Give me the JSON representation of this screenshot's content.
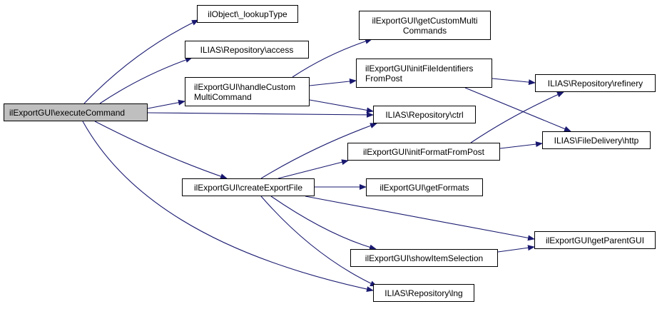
{
  "nodes": {
    "executeCommand": "ilExportGUI\\executeCommand",
    "lookupType": "ilObject\\_lookupType",
    "access": "ILIAS\\Repository\\access",
    "handleCustom": "ilExportGUI\\handleCustom\nMultiCommand",
    "createExportFile": "ilExportGUI\\createExportFile",
    "lng": "ILIAS\\Repository\\lng",
    "ctrl": "ILIAS\\Repository\\ctrl",
    "getCustomMulti": "ilExportGUI\\getCustomMulti\nCommands",
    "initFileIdentifiers": "ilExportGUI\\initFileIdentifiers\nFromPost",
    "refinery": "ILIAS\\Repository\\refinery",
    "http": "ILIAS\\FileDelivery\\http",
    "initFormatFromPost": "ilExportGUI\\initFormatFromPost",
    "getFormats": "ilExportGUI\\getFormats",
    "getParentGUI": "ilExportGUI\\getParentGUI",
    "showItemSelection": "ilExportGUI\\showItemSelection"
  },
  "colors": {
    "edge": "#191970",
    "root_fill": "#bfbfbf",
    "node_fill": "#ffffff",
    "border": "#000000"
  }
}
